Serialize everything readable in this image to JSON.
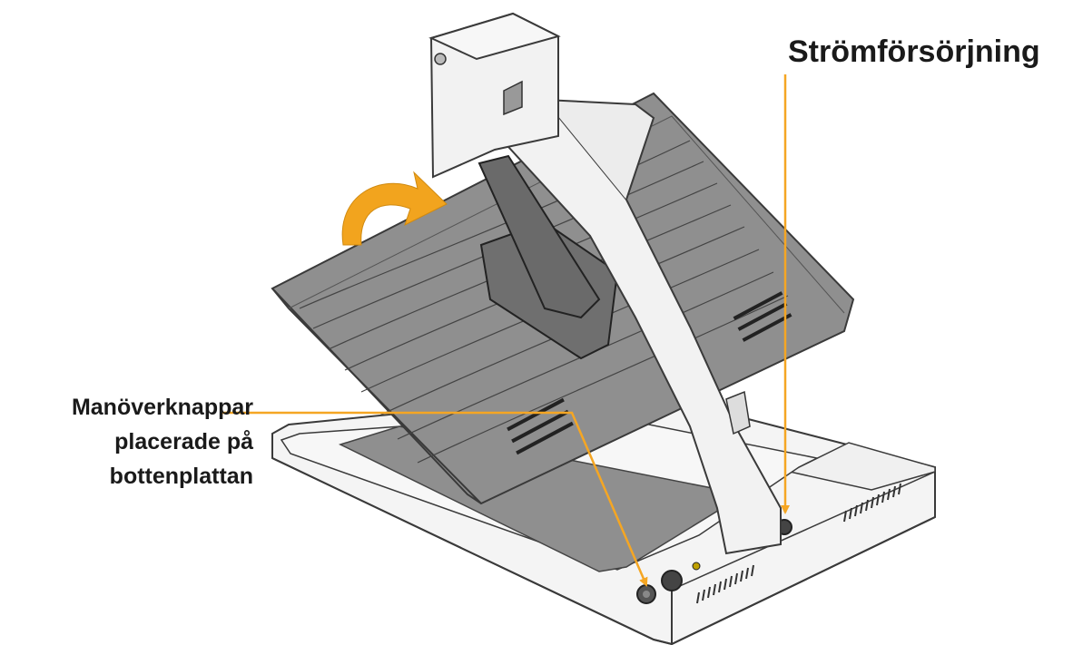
{
  "labels": {
    "power_supply": "Strömförsörjning",
    "controls": {
      "line1": "Manöverknappar",
      "line2": "placerade på",
      "line3": "bottenplattan"
    }
  },
  "colors": {
    "callout": "#f5a623",
    "rotate_arrow": "#f2a41e",
    "tray": "#8f8f8f",
    "base": "#f4f4f4",
    "outline": "#3a3a3a"
  },
  "icons": [
    "rotate-arrow-icon",
    "callout-arrow-icon"
  ]
}
